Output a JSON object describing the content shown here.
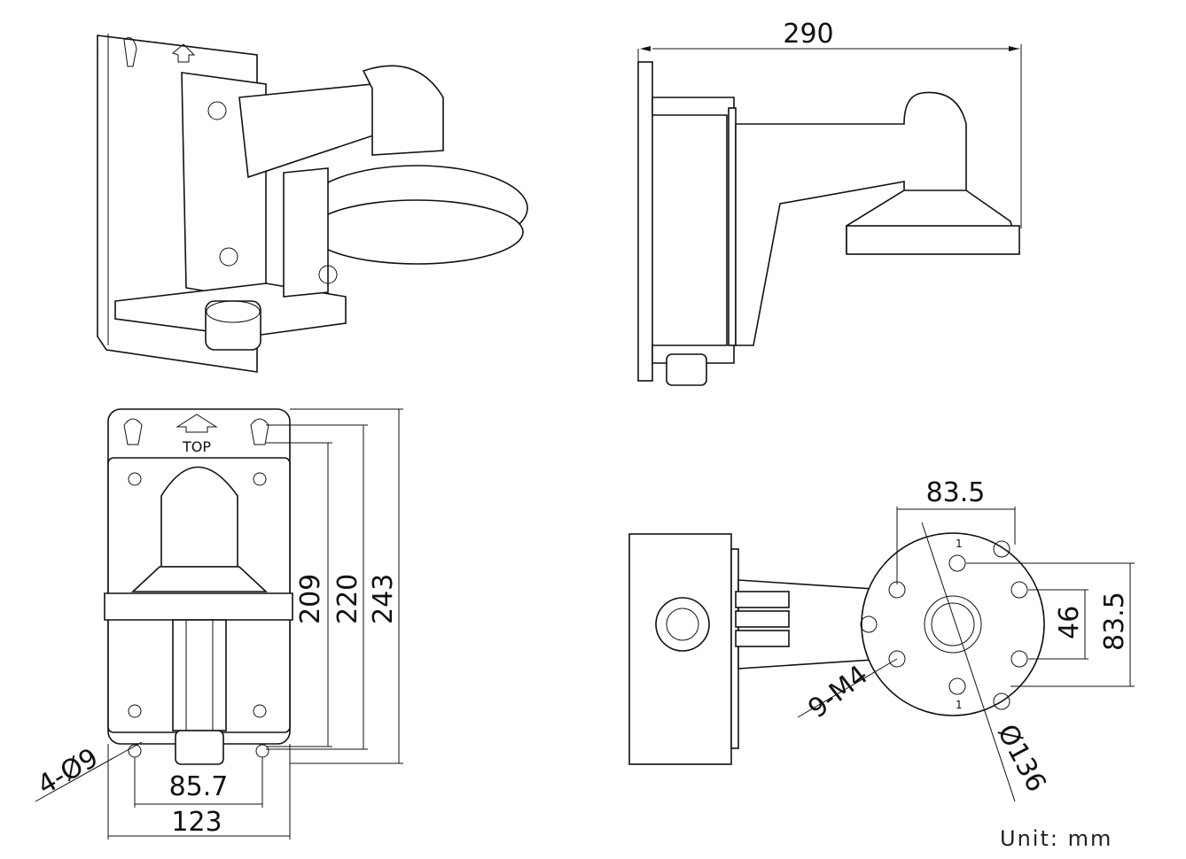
{
  "drawing": {
    "top_label": "TOP",
    "unit": "Unit:  mm",
    "side_view": {
      "width": "290"
    },
    "front_view": {
      "height_1": "209",
      "height_2": "220",
      "height_3": "243",
      "holes": "4-Ø9",
      "hole_spacing": "85.7",
      "width": "123"
    },
    "bottom_view": {
      "hole_spacing_h": "83.5",
      "hole_spacing_v": "83.5",
      "inner_spacing": "46",
      "screws": "9-M4",
      "diameter": "Ø136",
      "marker": "1"
    }
  }
}
